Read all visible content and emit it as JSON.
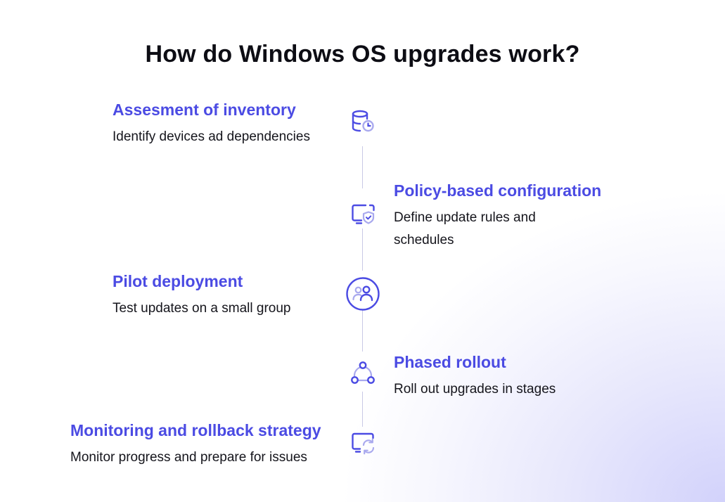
{
  "title": "How do Windows OS upgrades work?",
  "colors": {
    "accent": "#4b4be3",
    "accent_light": "#a9a9ee",
    "text": "#15151c",
    "line": "#c9c9e6"
  },
  "steps": [
    {
      "title": "Assesment of inventory",
      "description": "Identify devices ad dependencies",
      "icon": "database-clock-icon",
      "side": "left"
    },
    {
      "title": "Policy-based configuration",
      "description": "Define update rules and schedules",
      "icon": "monitor-shield-icon",
      "side": "right"
    },
    {
      "title": "Pilot deployment",
      "description": "Test updates on a small group",
      "icon": "users-icon",
      "side": "left"
    },
    {
      "title": "Phased rollout",
      "description": "Roll out upgrades in stages",
      "icon": "cycle-nodes-icon",
      "side": "right"
    },
    {
      "title": "Monitoring and rollback strategy",
      "description": "Monitor progress and prepare for issues",
      "icon": "monitor-refresh-icon",
      "side": "left"
    }
  ]
}
